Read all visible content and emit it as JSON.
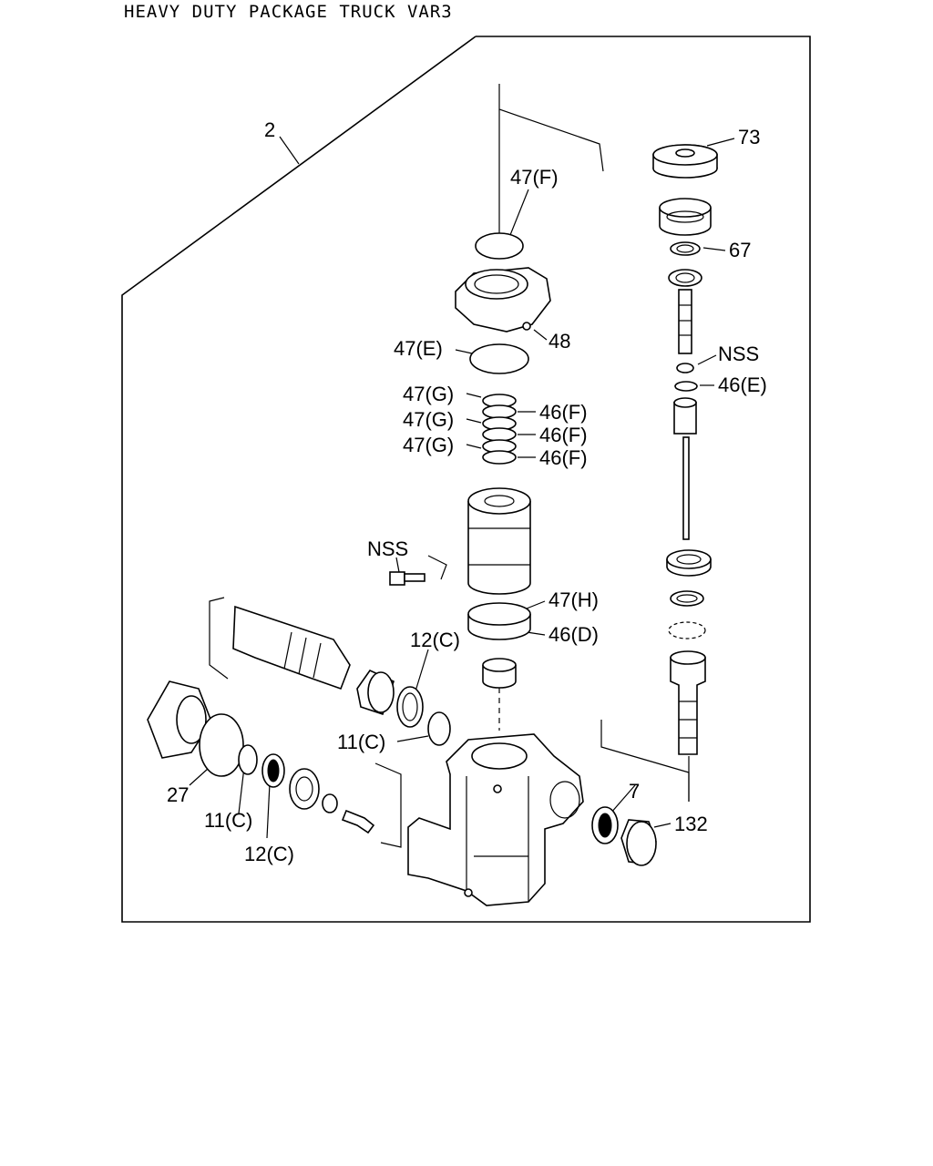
{
  "title": "HEAVY DUTY PACKAGE TRUCK VAR3",
  "callouts": {
    "c2": "2",
    "c73": "73",
    "c47F": "47(F)",
    "c67": "67",
    "c48": "48",
    "c47E": "47(E)",
    "cNSS_top": "NSS",
    "c46E": "46(E)",
    "c47G_1": "47(G)",
    "c46F_1": "46(F)",
    "c47G_2": "47(G)",
    "c46F_2": "46(F)",
    "c47G_3": "47(G)",
    "c46F_3": "46(F)",
    "cNSS_mid": "NSS",
    "c47H": "47(H)",
    "c46D": "46(D)",
    "c12C_top": "12(C)",
    "c11C_top": "11(C)",
    "c27": "27",
    "c11C_bot": "11(C)",
    "c12C_bot": "12(C)",
    "c7": "7",
    "c132": "132"
  }
}
